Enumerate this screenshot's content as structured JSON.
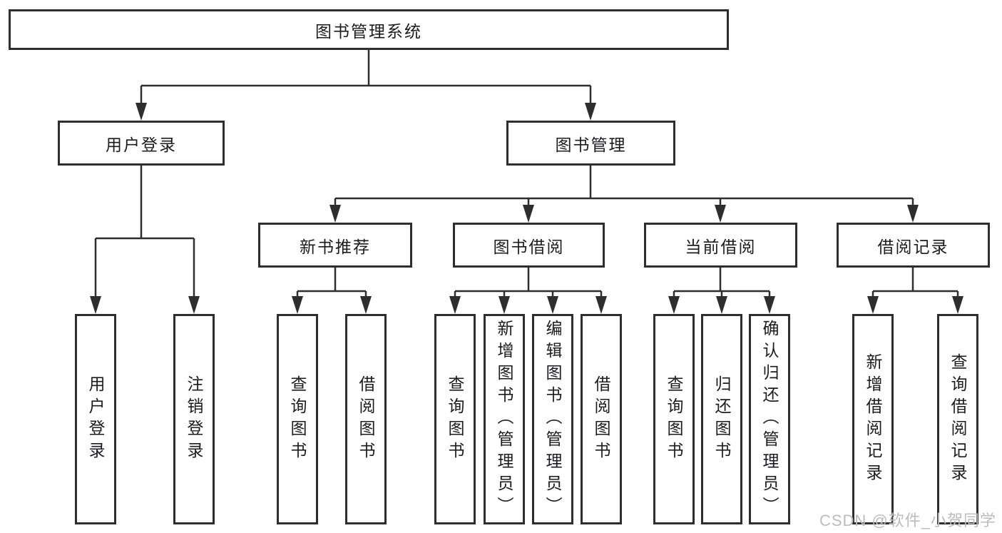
{
  "diagram": {
    "root": {
      "label": "图书管理系统",
      "children": [
        {
          "label": "用户登录",
          "children": [
            {
              "label": "用户登录"
            },
            {
              "label": "注销登录"
            }
          ]
        },
        {
          "label": "图书管理",
          "children": [
            {
              "label": "新书推荐",
              "children": [
                {
                  "label": "查询图书"
                },
                {
                  "label": "借阅图书"
                }
              ]
            },
            {
              "label": "图书借阅",
              "children": [
                {
                  "label": "查询图书"
                },
                {
                  "label": "新增图书（管理员）"
                },
                {
                  "label": "编辑图书（管理员）"
                },
                {
                  "label": "借阅图书"
                }
              ]
            },
            {
              "label": "当前借阅",
              "children": [
                {
                  "label": "查询图书"
                },
                {
                  "label": "归还图书"
                },
                {
                  "label": "确认归还（管理员）"
                }
              ]
            },
            {
              "label": "借阅记录",
              "children": [
                {
                  "label": "新增借阅记录"
                },
                {
                  "label": "查询借阅记录"
                }
              ]
            }
          ]
        }
      ]
    }
  },
  "watermark": {
    "text": "CSDN @软件_小贺同学"
  },
  "colors": {
    "line": "#2e2e2e",
    "box_border": "#2e2e2e",
    "text": "#1c1c1f",
    "watermark": "#bcbcc0",
    "background": "#ffffff"
  }
}
